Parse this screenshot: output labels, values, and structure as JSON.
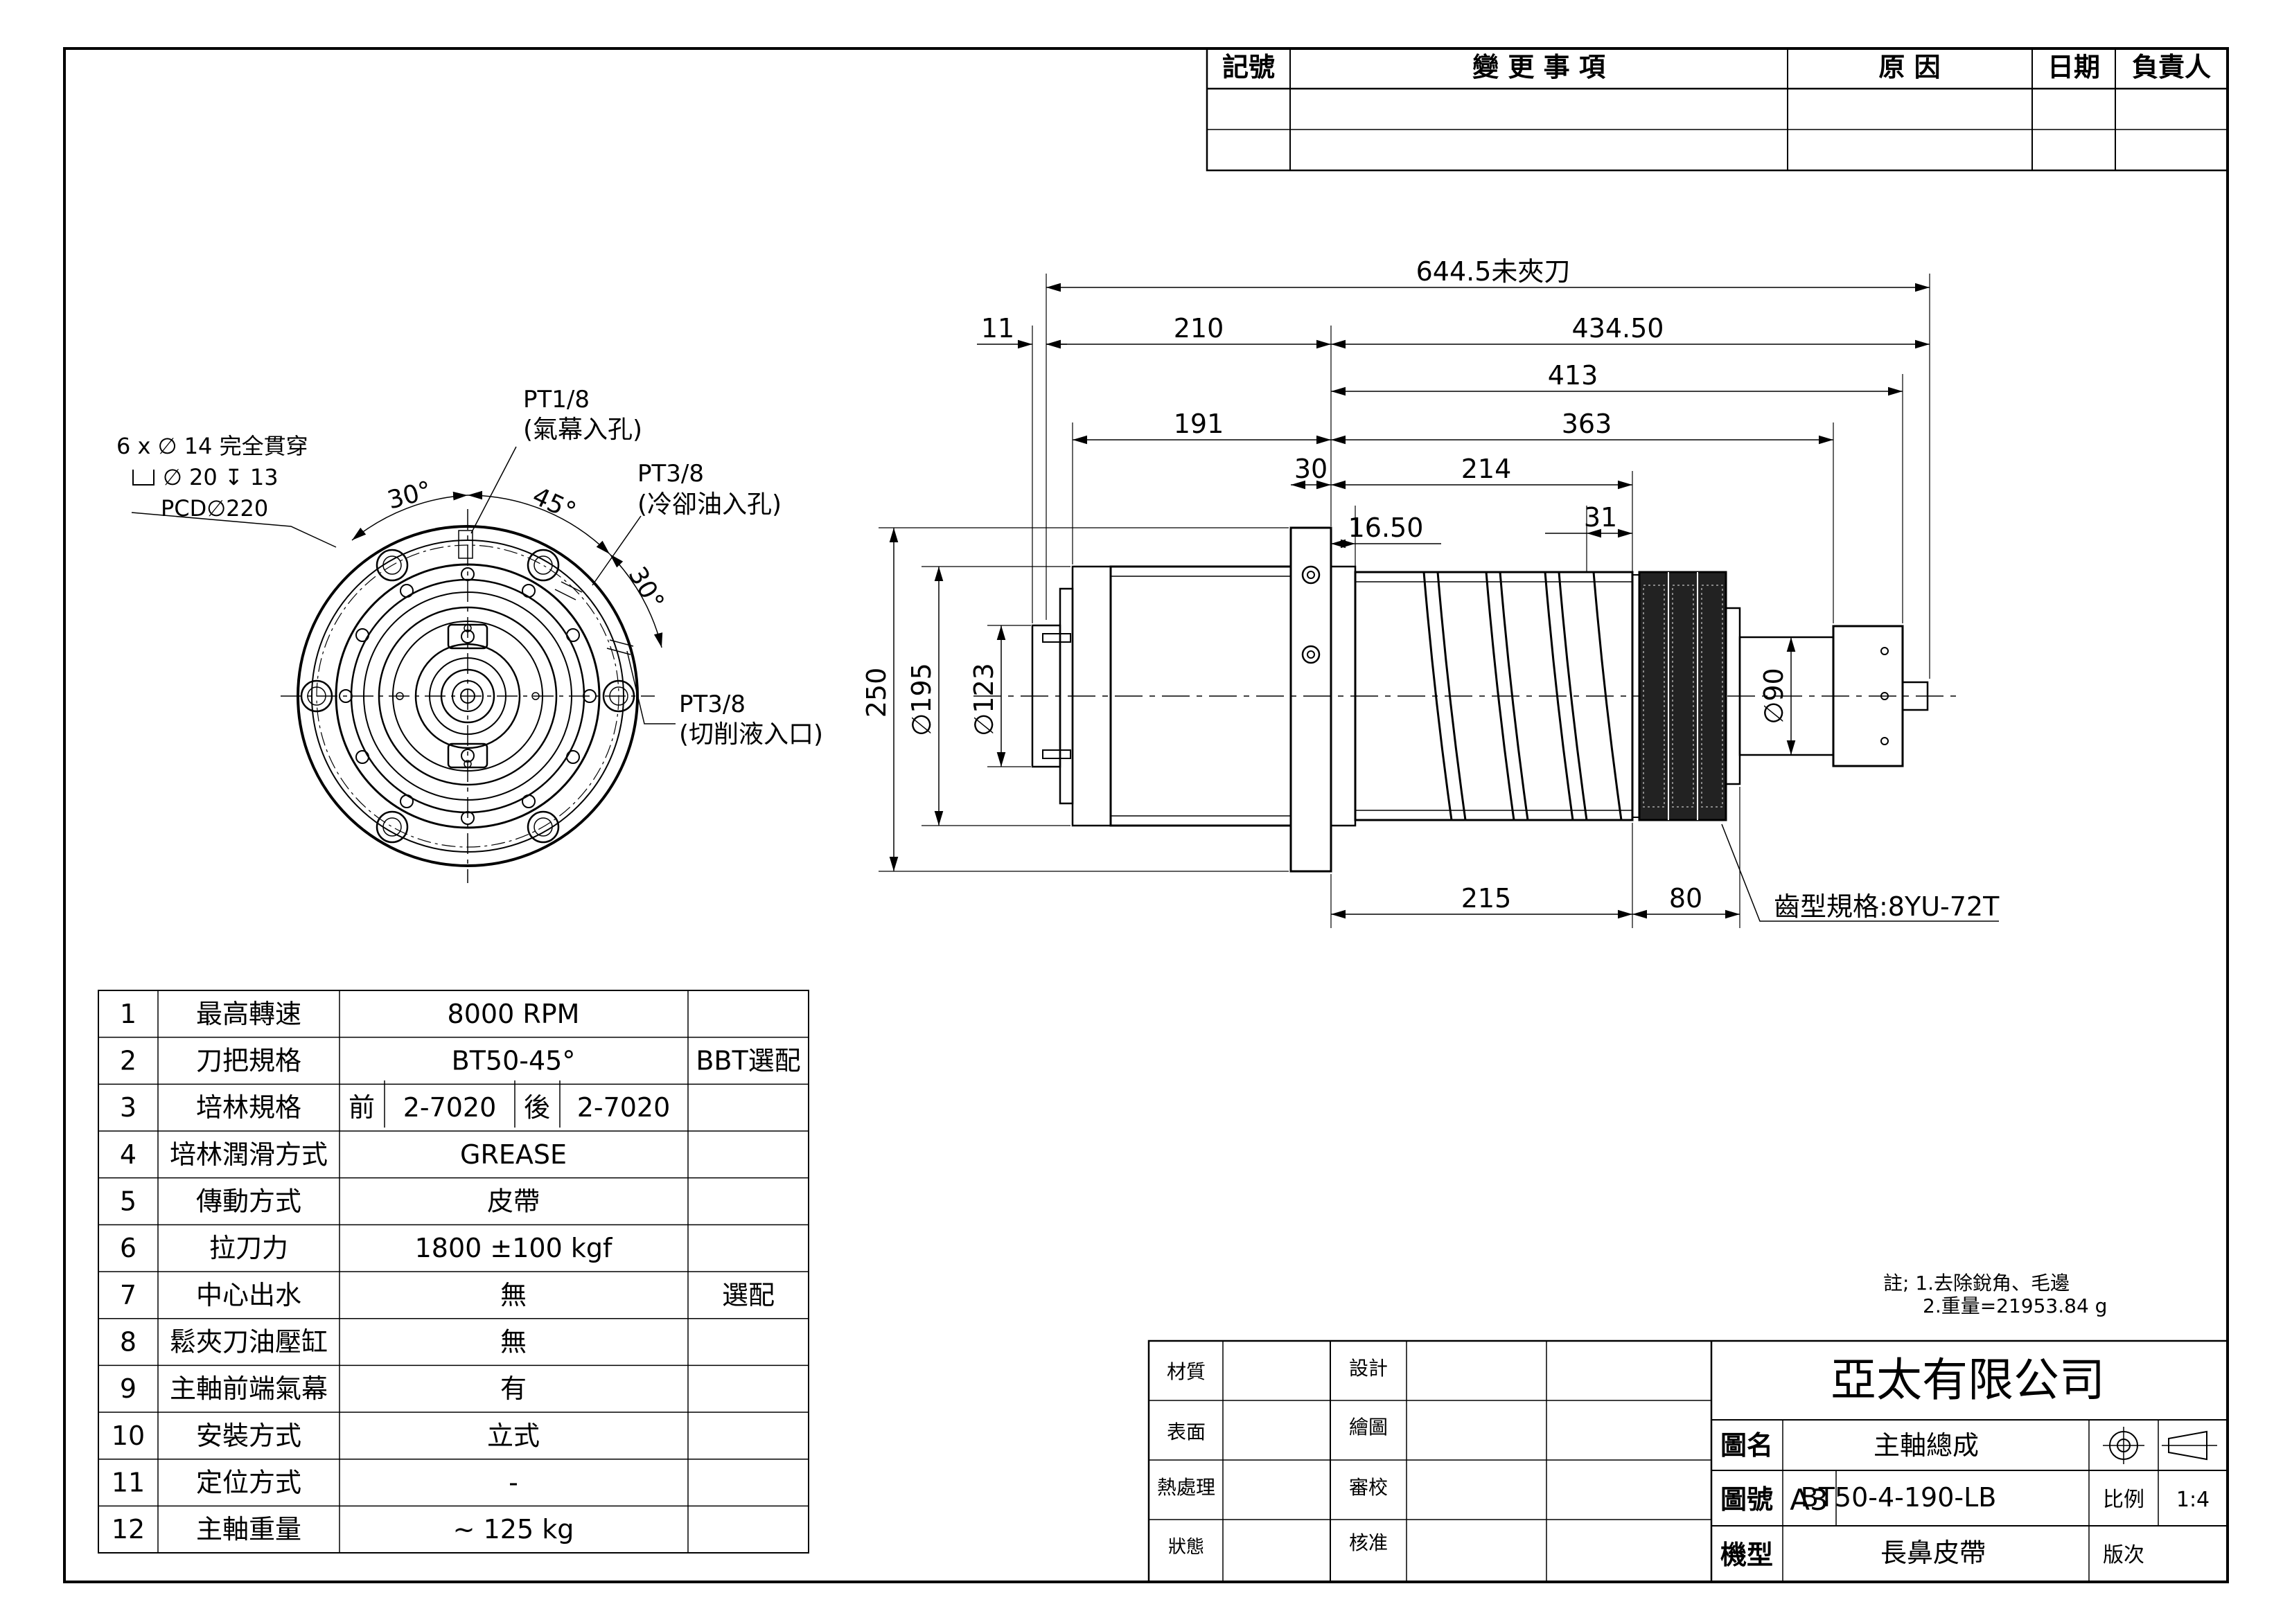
{
  "revision": {
    "headers": [
      "記號",
      "變 更 事 項",
      "原 因",
      "日期",
      "負責人"
    ]
  },
  "front_view": {
    "holes": "6 x ∅ 14 完全貫穿",
    "cbore": "∅ 20 ↧ 13",
    "pcd": "PCD∅220",
    "pt18": "PT1/8",
    "pt18_desc": "(氣幕入孔)",
    "pt38a": "PT3/8",
    "pt38a_desc": "(冷卻油入孔)",
    "pt38b": "PT3/8",
    "pt38b_desc": "(切削液入口)",
    "ang30a": "30°",
    "ang45": "45°",
    "ang30b": "30°"
  },
  "side_view": {
    "d_total": "644.5未夾刀",
    "d_11": "11",
    "d_210": "210",
    "d_434": "434.50",
    "d_413": "413",
    "d_191": "191",
    "d_363": "363",
    "d_30": "30",
    "d_214": "214",
    "d_1650": "16.50",
    "d_31": "31",
    "d_250": "250",
    "d_195": "∅195",
    "d_123": "∅123",
    "d_90": "∅90",
    "d_215": "215",
    "d_80": "80",
    "gear": "齒型規格:8YU-72T"
  },
  "spec_table": [
    {
      "no": "1",
      "item": "最高轉速",
      "value": "8000 RPM",
      "note": ""
    },
    {
      "no": "2",
      "item": "刀把規格",
      "value": "BT50-45°",
      "note": "BBT選配"
    },
    {
      "no": "3",
      "item": "培林規格",
      "front_label": "前",
      "front": "2-7020",
      "rear_label": "後",
      "rear": "2-7020",
      "note": ""
    },
    {
      "no": "4",
      "item": "培林潤滑方式",
      "value": "GREASE",
      "note": ""
    },
    {
      "no": "5",
      "item": "傳動方式",
      "value": "皮帶",
      "note": ""
    },
    {
      "no": "6",
      "item": "拉刀力",
      "value": "1800 ±100 kgf",
      "note": ""
    },
    {
      "no": "7",
      "item": "中心出水",
      "value": "無",
      "note": "選配"
    },
    {
      "no": "8",
      "item": "鬆夾刀油壓缸",
      "value": "無",
      "note": ""
    },
    {
      "no": "9",
      "item": "主軸前端氣幕",
      "value": "有",
      "note": ""
    },
    {
      "no": "10",
      "item": "安裝方式",
      "value": "立式",
      "note": ""
    },
    {
      "no": "11",
      "item": "定位方式",
      "value": "-",
      "note": ""
    },
    {
      "no": "12",
      "item": "主軸重量",
      "value": "~ 125 kg",
      "note": ""
    }
  ],
  "notes": {
    "line1": "註; 1.去除銳角、毛邊",
    "line2": "2.重量=21953.84 g"
  },
  "title_block": {
    "material": "材質",
    "surface": "表面",
    "heat": "熱處理",
    "state": "狀態",
    "design": "設計",
    "draw": "繪圖",
    "review": "審校",
    "approve": "核准",
    "company": "亞太有限公司",
    "name_label": "圖名",
    "name": "主軸總成",
    "no_label": "圖號",
    "size": "A3",
    "number": "BT50-4-190-LB",
    "scale_label": "比例",
    "scale": "1:4",
    "model_label": "機型",
    "model": "長鼻皮帶",
    "version_label": "版次"
  }
}
